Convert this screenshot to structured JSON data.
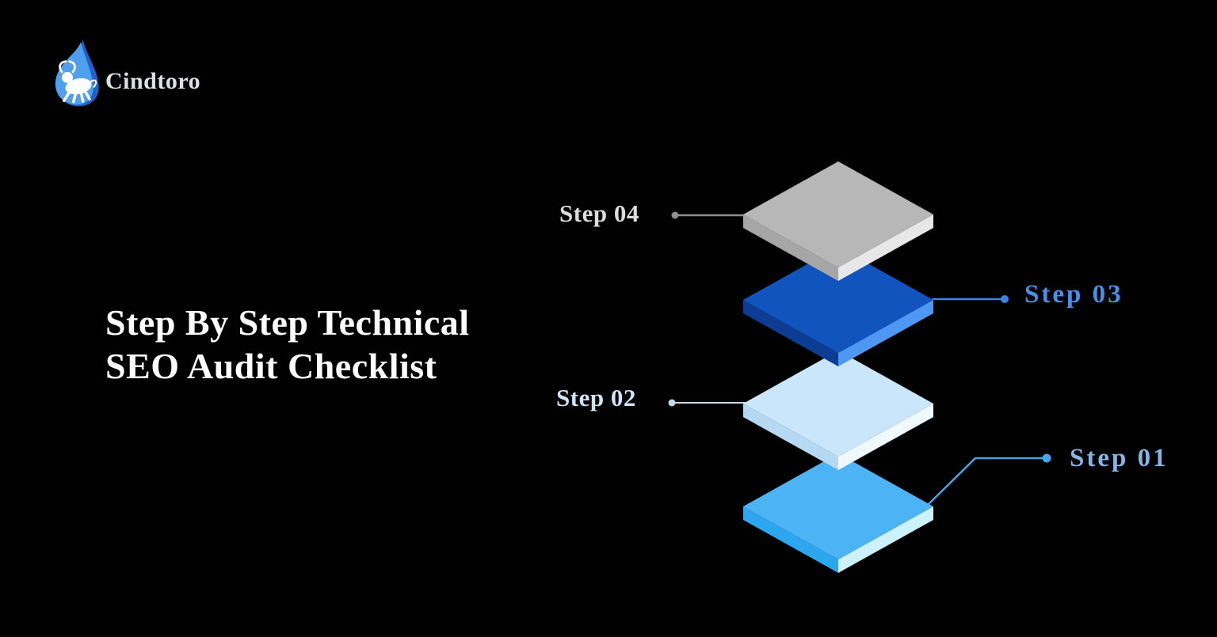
{
  "page": {
    "background": "#010101"
  },
  "brand": {
    "name": "Cindtoro",
    "name_color": "#DFE0E6",
    "logo": {
      "icon": "bull-droplet-logo",
      "droplet_light": "#4F9FEC",
      "droplet_dark": "#1E63CC",
      "bull": "#FFFFFF"
    }
  },
  "title": {
    "line1": "Step By Step Technical",
    "line2": "SEO Audit Checklist",
    "color": "#FCFCFC"
  },
  "diagram": {
    "type": "isometric-layer-stack",
    "steps": [
      {
        "label": "Step 01",
        "label_side": "right",
        "label_color": "#86B5E5",
        "connector_color": "#45A4EC",
        "face_top": "#4CB4F4",
        "face_left": "#2BA6EF",
        "face_right": "#CBF2FD"
      },
      {
        "label": "Step 02",
        "label_side": "left",
        "label_color": "#CFE4F6",
        "connector_color": "#C3DAEC",
        "face_top": "#C9E6FA",
        "face_left": "#B5D9F3",
        "face_right": "#EFF9FE"
      },
      {
        "label": "Step 03",
        "label_side": "right",
        "label_color": "#4A90E8",
        "connector_color": "#3B82DD",
        "face_top": "#1254BE",
        "face_left": "#0C3D93",
        "face_right": "#4E97F3"
      },
      {
        "label": "Step 04",
        "label_side": "left",
        "label_color": "#DCDCDC",
        "connector_color": "#8E8E8E",
        "face_top": "#B7B7B7",
        "face_left": "#A6A6A6",
        "face_right": "#E7E7E7"
      }
    ]
  }
}
